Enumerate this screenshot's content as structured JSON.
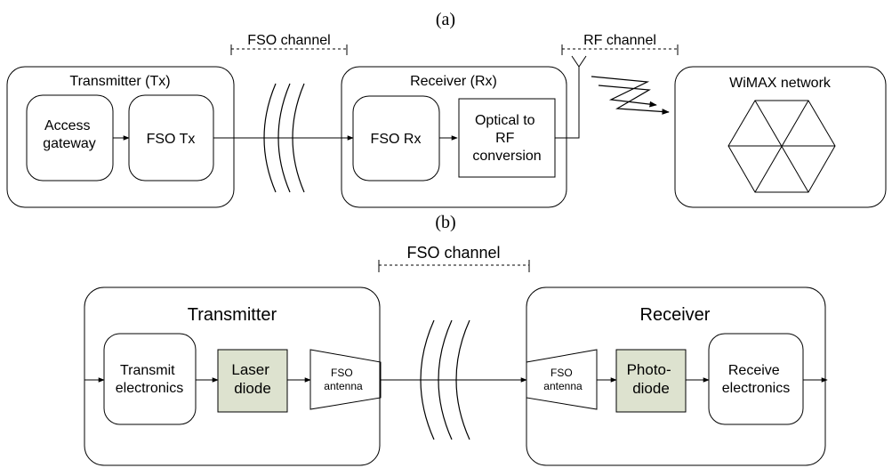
{
  "panel_a": {
    "label": "(a)",
    "fso_channel": "FSO channel",
    "rf_channel": "RF channel",
    "transmitter_title": "Transmitter (Tx)",
    "access_gateway": [
      "Access",
      "gateway"
    ],
    "fso_tx": "FSO Tx",
    "receiver_title": "Receiver (Rx)",
    "fso_rx": "FSO Rx",
    "optical_to_rf": [
      "Optical to",
      "RF",
      "conversion"
    ],
    "wimax_title": "WiMAX network"
  },
  "panel_b": {
    "label": "(b)",
    "fso_channel": "FSO channel",
    "transmitter_title": "Transmitter",
    "transmit_electronics": [
      "Transmit",
      "electronics"
    ],
    "laser_diode": [
      "Laser",
      "diode"
    ],
    "fso_antenna_tx": [
      "FSO",
      "antenna"
    ],
    "receiver_title": "Receiver",
    "fso_antenna_rx": [
      "FSO",
      "antenna"
    ],
    "photo_diode": [
      "Photo-",
      "diode"
    ],
    "receive_electronics": [
      "Receive",
      "electronics"
    ]
  },
  "colors": {
    "stroke": "#000000",
    "highlight_fill": "#dde2cf",
    "background": "#ffffff"
  }
}
